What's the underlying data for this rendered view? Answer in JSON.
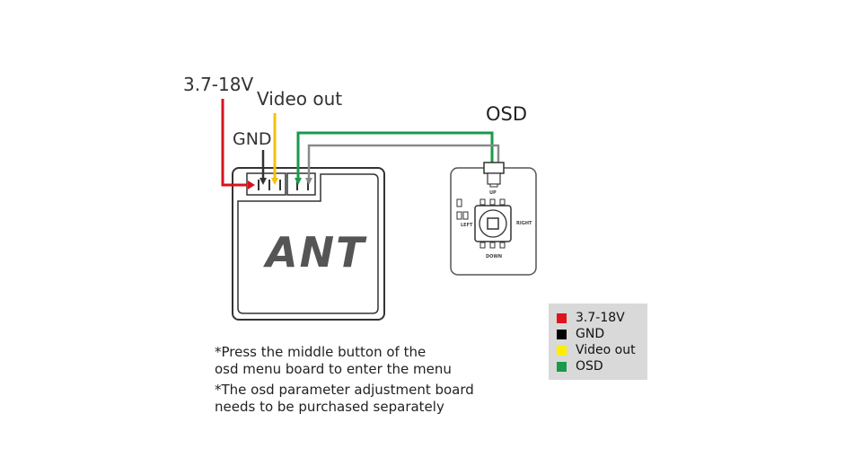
{
  "wires": {
    "power": {
      "label": "3.7-18V",
      "color": "#d9121e"
    },
    "video": {
      "label": "Video out",
      "color": "#f4c20d"
    },
    "ground": {
      "label": "GND",
      "color": "#333333"
    },
    "osd": {
      "label": "OSD",
      "color": "#1a9a4a"
    },
    "osd_gnd_color": "#8a8a8a"
  },
  "module": {
    "logo": "ANT"
  },
  "osd_board": {
    "buttons": {
      "up": "UP",
      "down": "DOWN",
      "left": "LEFT",
      "right": "RIGHT"
    }
  },
  "notes": [
    {
      "line1": "*Press the middle button of the",
      "line2": "osd menu board to enter the menu"
    },
    {
      "line1": "*The osd parameter adjustment board",
      "line2": "needs to be purchased separately"
    }
  ],
  "legend": [
    {
      "label": "3.7-18V",
      "color": "#e0141e"
    },
    {
      "label": "GND",
      "color": "#000000"
    },
    {
      "label": "Video out",
      "color": "#ffee00"
    },
    {
      "label": "OSD",
      "color": "#1a9a4a"
    }
  ]
}
